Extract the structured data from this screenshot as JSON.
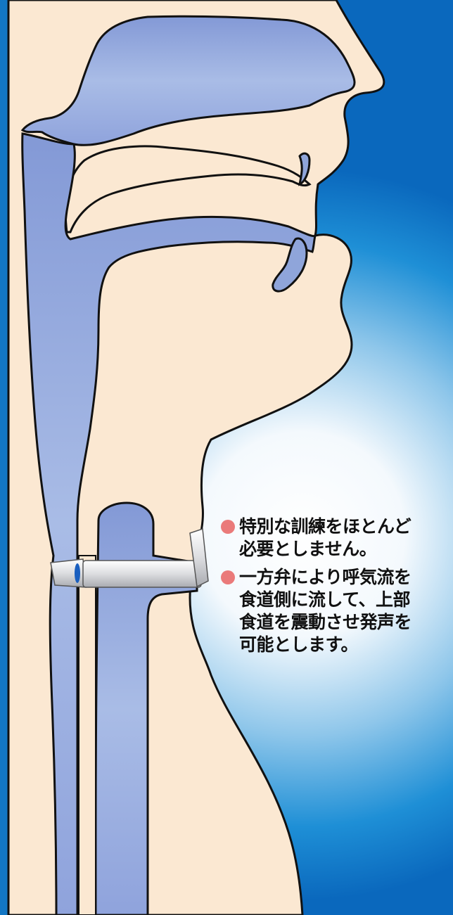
{
  "colors": {
    "bullet": "#ea7a7a",
    "airway": "#8fa5da",
    "tissue": "#fbe8d2",
    "background_blue": "#0a76c8",
    "outline": "#111111",
    "prosthesis": "#d9dadc",
    "valve_tip": "#1a5fbf"
  },
  "icons": [
    "bullet-dot",
    "voice-prosthesis-tube",
    "one-way-valve"
  ],
  "bullets": [
    {
      "lines": [
        "特別な訓練をほとんど",
        "必要としません。"
      ]
    },
    {
      "lines": [
        "一方弁により呼気流を",
        "食道側に流して、上部",
        "食道を震動させ発声を",
        "可能とします。"
      ]
    }
  ]
}
